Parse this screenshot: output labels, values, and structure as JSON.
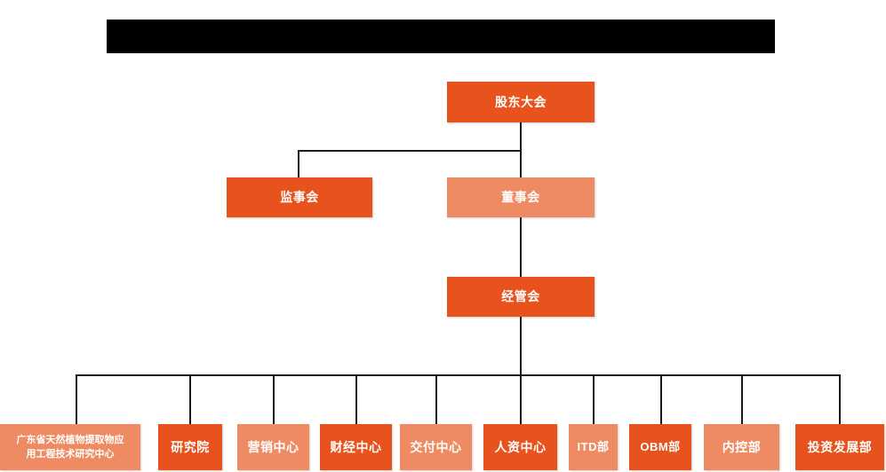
{
  "chart_data": {
    "type": "diagram",
    "title": "",
    "diagram_kind": "organization-chart",
    "orientation": "top-down",
    "colors": {
      "accent_dark": "#E8521C",
      "accent_light": "#EE8B62",
      "connector": "#1a1a1a",
      "background": "#ffffff",
      "redaction": "#000000",
      "node_text": "#ffffff"
    },
    "levels": [
      {
        "level": 1,
        "nodes": [
          "股东大会"
        ]
      },
      {
        "level": 2,
        "nodes": [
          "监事会",
          "董事会"
        ]
      },
      {
        "level": 3,
        "nodes": [
          "经管会"
        ]
      },
      {
        "level": 4,
        "nodes": [
          "广东省天然植物提取物应用工程技术研究中心",
          "研究院",
          "营销中心",
          "财经中心",
          "交付中心",
          "人资中心",
          "ITD部",
          "OBM部",
          "内控部",
          "投资发展部"
        ]
      }
    ],
    "edges": [
      {
        "from": "股东大会",
        "to": "监事会"
      },
      {
        "from": "股东大会",
        "to": "董事会"
      },
      {
        "from": "董事会",
        "to": "经管会"
      },
      {
        "from": "经管会",
        "to": "广东省天然植物提取物应用工程技术研究中心"
      },
      {
        "from": "经管会",
        "to": "研究院"
      },
      {
        "from": "经管会",
        "to": "营销中心"
      },
      {
        "from": "经管会",
        "to": "财经中心"
      },
      {
        "from": "经管会",
        "to": "交付中心"
      },
      {
        "from": "经管会",
        "to": "人资中心"
      },
      {
        "from": "经管会",
        "to": "ITD部"
      },
      {
        "from": "经管会",
        "to": "OBM部"
      },
      {
        "from": "经管会",
        "to": "内控部"
      },
      {
        "from": "经管会",
        "to": "投资发展部"
      }
    ]
  },
  "header": {
    "redacted_title": ""
  },
  "nodes": {
    "shareholders_meeting": {
      "label": "股东大会",
      "color": "#E8521C"
    },
    "board_of_supervisors": {
      "label": "监事会",
      "color": "#E8521C"
    },
    "board_of_directors": {
      "label": "董事会",
      "color": "#EE8B62"
    },
    "management_committee": {
      "label": "经管会",
      "color": "#E8521C"
    }
  },
  "departments": [
    {
      "label": "广东省天然植物提取物应\n用工程技术研究中心",
      "line1": "广东省天然植物提取物应",
      "line2": "用工程技术研究中心",
      "color": "#EE8B62"
    },
    {
      "label": "研究院",
      "color": "#E8521C"
    },
    {
      "label": "营销中心",
      "color": "#EE8B62"
    },
    {
      "label": "财经中心",
      "color": "#E8521C"
    },
    {
      "label": "交付中心",
      "color": "#EE8B62"
    },
    {
      "label": "人资中心",
      "color": "#E8521C"
    },
    {
      "label": "ITD部",
      "color": "#EE8B62"
    },
    {
      "label": "OBM部",
      "color": "#E8521C"
    },
    {
      "label": "内控部",
      "color": "#EE8B62"
    },
    {
      "label": "投资发展部",
      "color": "#E8521C"
    }
  ]
}
